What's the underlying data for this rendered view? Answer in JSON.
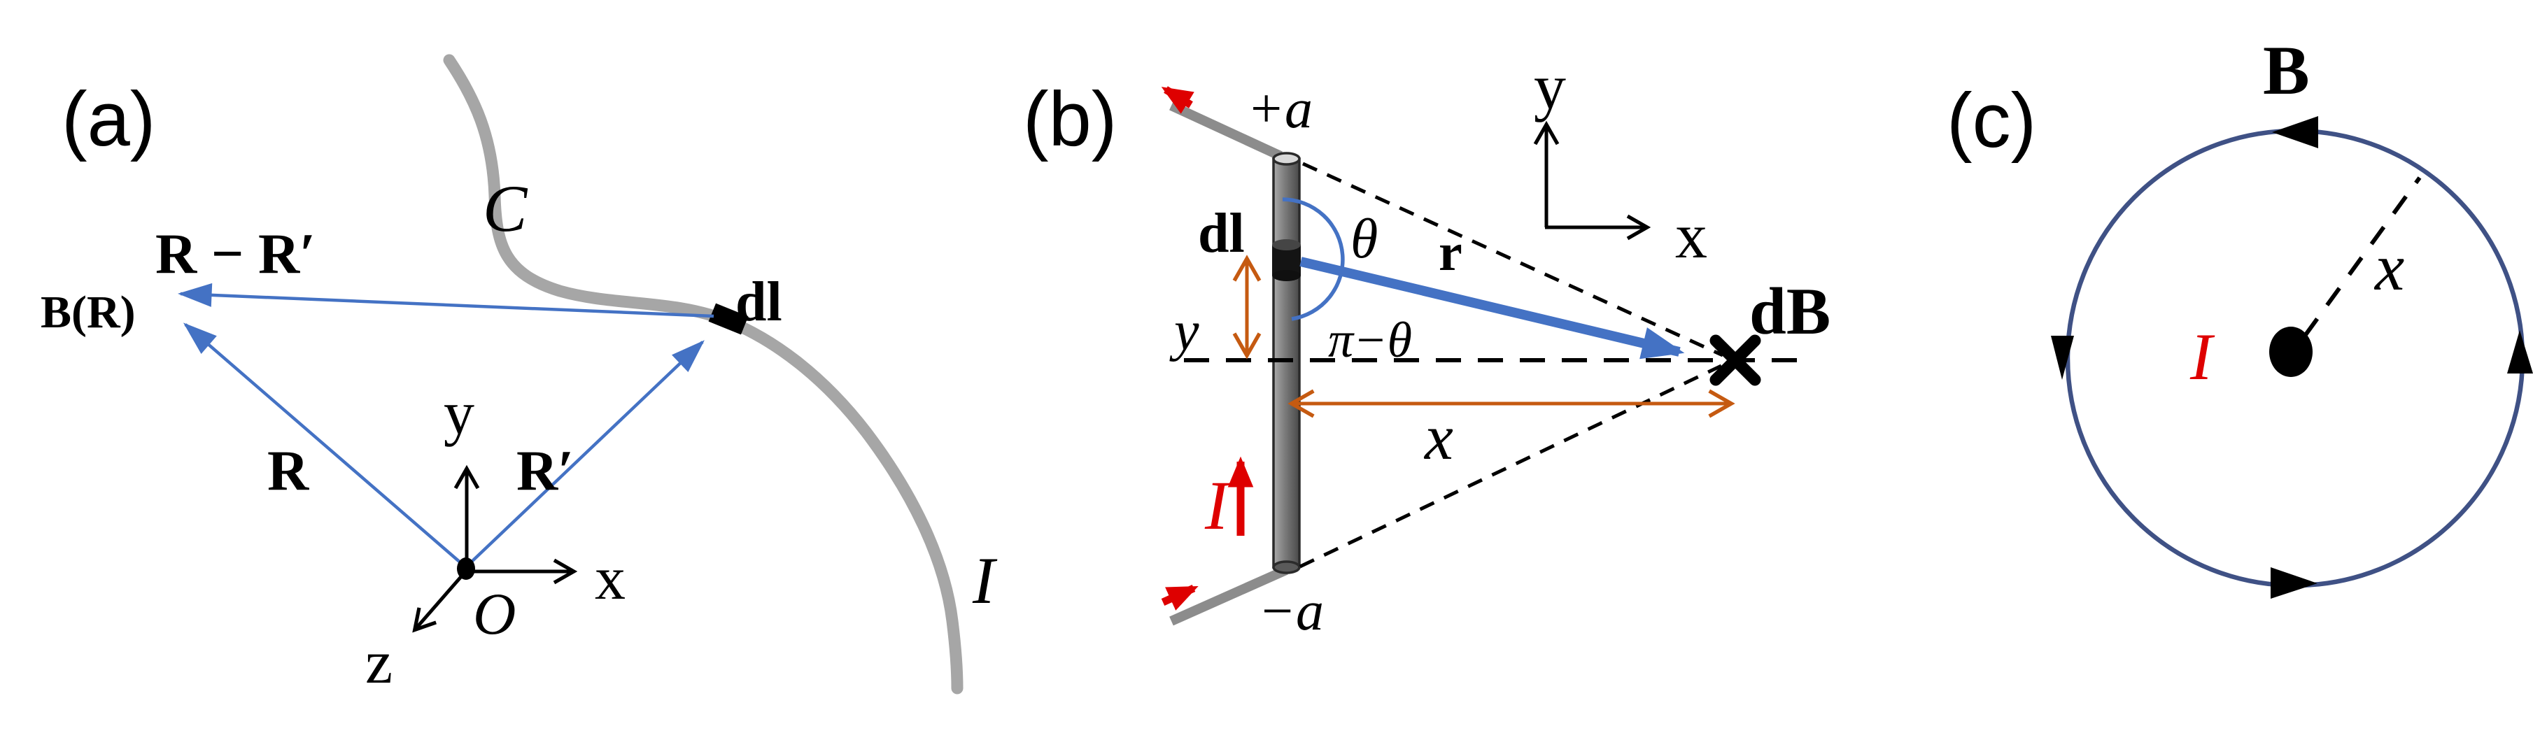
{
  "colors": {
    "vector_blue": "#4472C4",
    "field_circle_blue": "#3F5185",
    "dimension_orange": "#C55A11",
    "current_red": "#DE0000",
    "wire_gray": "#A6A6A6",
    "rod_gray": "#6E6E6E",
    "ink": "#000000"
  },
  "icons": {
    "field_point_marker": "cross-into-page (✖)",
    "current_out_marker": "dot-out-of-page (●)"
  },
  "panel_a": {
    "label": "(a)",
    "curve_label": "C",
    "current_label": "I",
    "element_label": "dl",
    "field_label": "B(R)",
    "vector_R": "R",
    "vector_R_prime": "R′",
    "vector_R_minus_R_prime": "R − R′",
    "origin_label": "O",
    "axis_x": "x",
    "axis_y": "y",
    "axis_z": "z"
  },
  "panel_b": {
    "label": "(b)",
    "end_top_label": "+a",
    "end_bottom_label": "−a",
    "element_label": "dl",
    "angle_theta": "θ",
    "angle_pi_minus_theta": "π−θ",
    "vector_r": "r",
    "distance_y": "y",
    "distance_x": "x",
    "field_label": "dB",
    "current_label": "I",
    "axis_x": "x",
    "axis_y": "y"
  },
  "panel_c": {
    "label": "(c)",
    "field_label": "B",
    "current_label": "I",
    "radius_label": "x"
  }
}
